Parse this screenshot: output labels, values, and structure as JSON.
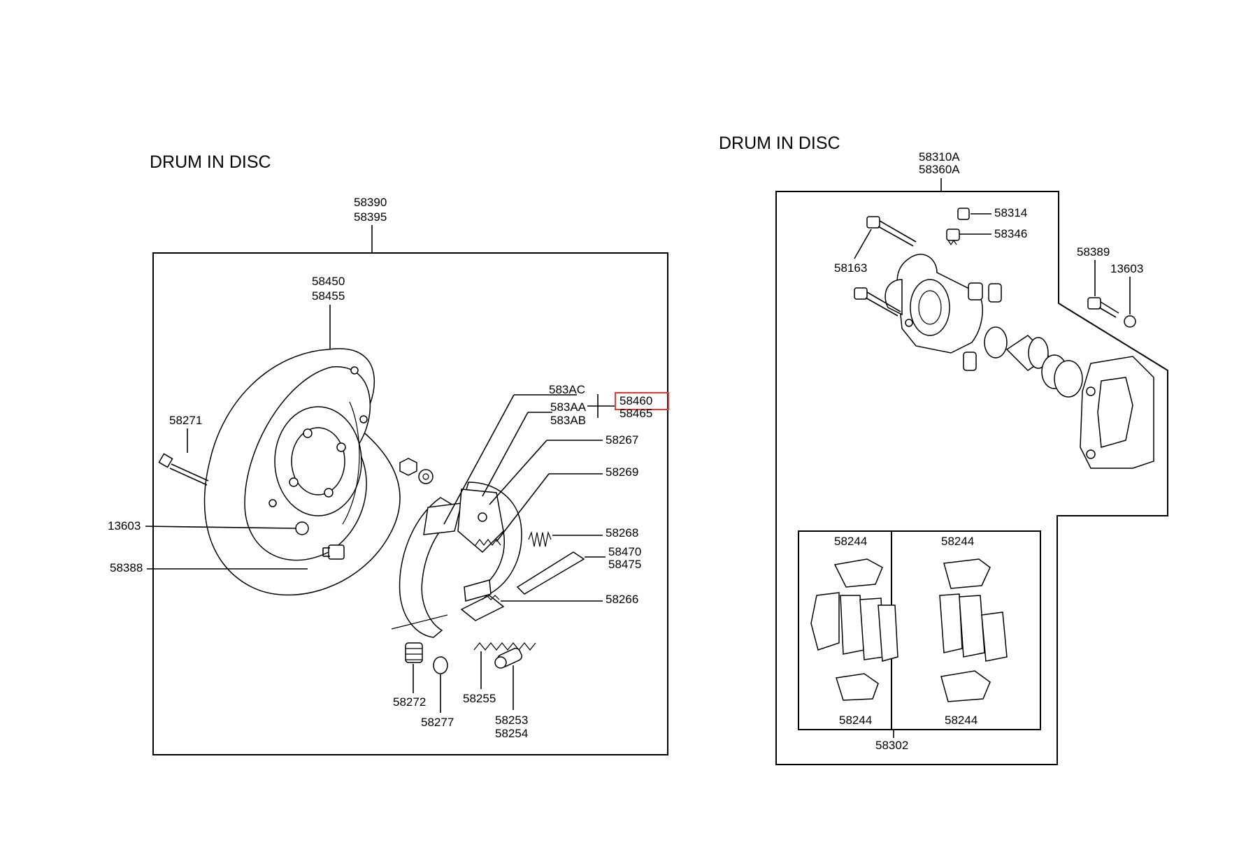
{
  "left_panel": {
    "title": "DRUM IN DISC",
    "assembly_labels": [
      "58390",
      "58395"
    ],
    "parts": {
      "backing_plate": [
        "58450",
        "58455"
      ],
      "bolt_58271": "58271",
      "washer_13603": "13603",
      "bolt_58388": "58388",
      "shoe_kit": [
        "583AC",
        "583AA",
        "583AB"
      ],
      "shoe_selected": [
        "58460",
        "58465"
      ],
      "spring_58267": "58267",
      "spring_58269": "58269",
      "spring_58268": "58268",
      "lever": [
        "58470",
        "58475"
      ],
      "strut_58266": "58266",
      "spring_58272": "58272",
      "cup_58277": "58277",
      "spring_58255": "58255",
      "adjuster": [
        "58253",
        "58254"
      ]
    }
  },
  "right_panel": {
    "title": "DRUM IN DISC",
    "assembly_labels": [
      "58310A",
      "58360A"
    ],
    "parts": {
      "bleeder_cap": "58314",
      "bleeder_screw": "58346",
      "guide_pin": "58163",
      "carrier_bolt": "58389",
      "washer": "13603",
      "pad_clip_tl": "58244",
      "pad_clip_tr": "58244",
      "pad_clip_bl": "58244",
      "pad_clip_br": "58244",
      "pad_kit": "58302"
    }
  },
  "highlight": {
    "color": "#e53935",
    "target": "58460"
  }
}
